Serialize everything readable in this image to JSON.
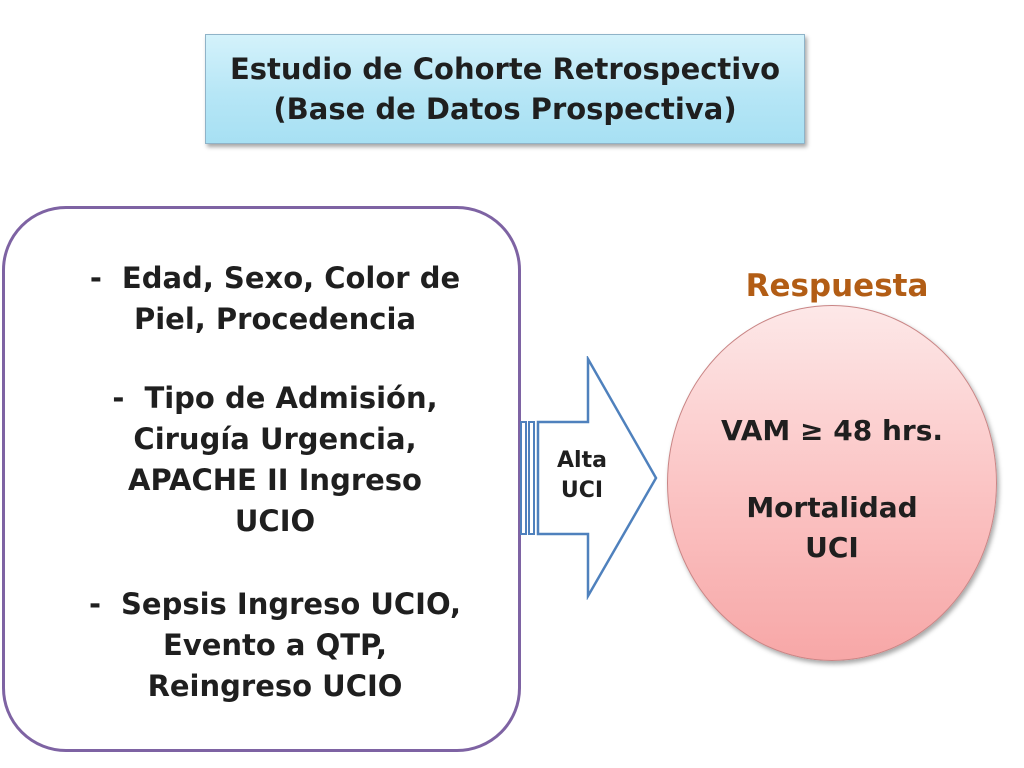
{
  "title": {
    "line1": "Estudio de Cohorte Retrospectivo",
    "line2": "(Base de Datos Prospectiva)"
  },
  "variables": [
    {
      "bullet": "-",
      "lines": [
        "Edad, Sexo, Color de",
        "Piel, Procedencia"
      ]
    },
    {
      "bullet": "-",
      "lines": [
        "Tipo de Admisión,",
        "Cirugía Urgencia,",
        "APACHE II Ingreso",
        "UCIO"
      ]
    },
    {
      "bullet": "-",
      "lines": [
        "Sepsis Ingreso UCIO,",
        "Evento a QTP,",
        "Reingreso UCIO"
      ]
    }
  ],
  "arrow": {
    "label_line1": "Alta",
    "label_line2": "UCI"
  },
  "response": {
    "title": "Respuesta",
    "outcome1": "VAM ≥ 48 hrs.",
    "outcome2_line1": "Mortalidad",
    "outcome2_line2": "UCI"
  },
  "colors": {
    "title_box_fill": "#b6e6f6",
    "left_box_border": "#7e63a3",
    "arrow_stroke": "#4f81bd",
    "response_title": "#b25d15",
    "circle_fill": "#fbc5c5"
  }
}
